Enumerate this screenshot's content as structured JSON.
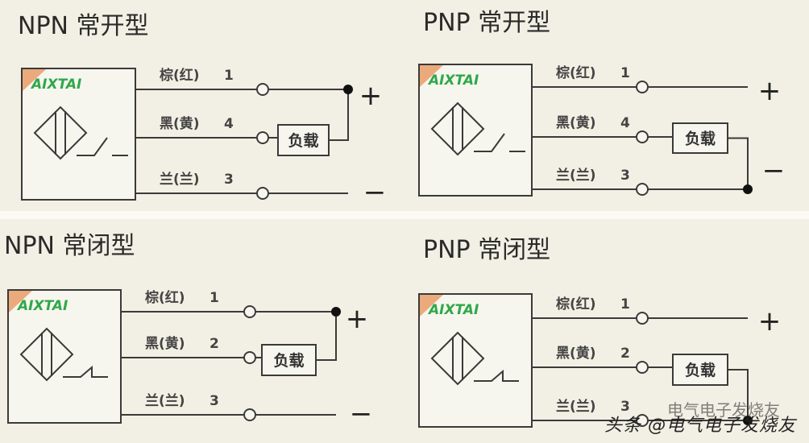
{
  "panels": [
    {
      "title": "NPN 常开型",
      "type": "NPN",
      "contact": "NO",
      "brand": "AIXTAI",
      "wires": [
        {
          "label": "棕(红)",
          "num": "1"
        },
        {
          "label": "黑(黄)",
          "num": "4"
        },
        {
          "label": "兰(兰)",
          "num": "3"
        }
      ],
      "load": "负载",
      "plus": "+",
      "minus": "−"
    },
    {
      "title": "PNP 常开型",
      "type": "PNP",
      "contact": "NO",
      "brand": "AIXTAI",
      "wires": [
        {
          "label": "棕(红)",
          "num": "1"
        },
        {
          "label": "黑(黄)",
          "num": "4"
        },
        {
          "label": "兰(兰)",
          "num": "3"
        }
      ],
      "load": "负载",
      "plus": "+",
      "minus": "−"
    },
    {
      "title": "NPN 常闭型",
      "type": "NPN",
      "contact": "NC",
      "brand": "AIXTAI",
      "wires": [
        {
          "label": "棕(红)",
          "num": "1"
        },
        {
          "label": "黑(黄)",
          "num": "2"
        },
        {
          "label": "兰(兰)",
          "num": "3"
        }
      ],
      "load": "负载",
      "plus": "+",
      "minus": "−"
    },
    {
      "title": "PNP 常闭型",
      "type": "PNP",
      "contact": "NC",
      "brand": "AIXTAI",
      "wires": [
        {
          "label": "棕(红)",
          "num": "1"
        },
        {
          "label": "黑(黄)",
          "num": "2"
        },
        {
          "label": "兰(兰)",
          "num": "3"
        }
      ],
      "load": "负载",
      "plus": "+",
      "minus": ""
    }
  ],
  "watermark": {
    "main": "头条 @电气电子发烧友",
    "secondary": "电气电子发烧友"
  },
  "colors": {
    "line": "#3a3a3a",
    "brand": "#2fa84a",
    "background": "#f2f0e4"
  }
}
